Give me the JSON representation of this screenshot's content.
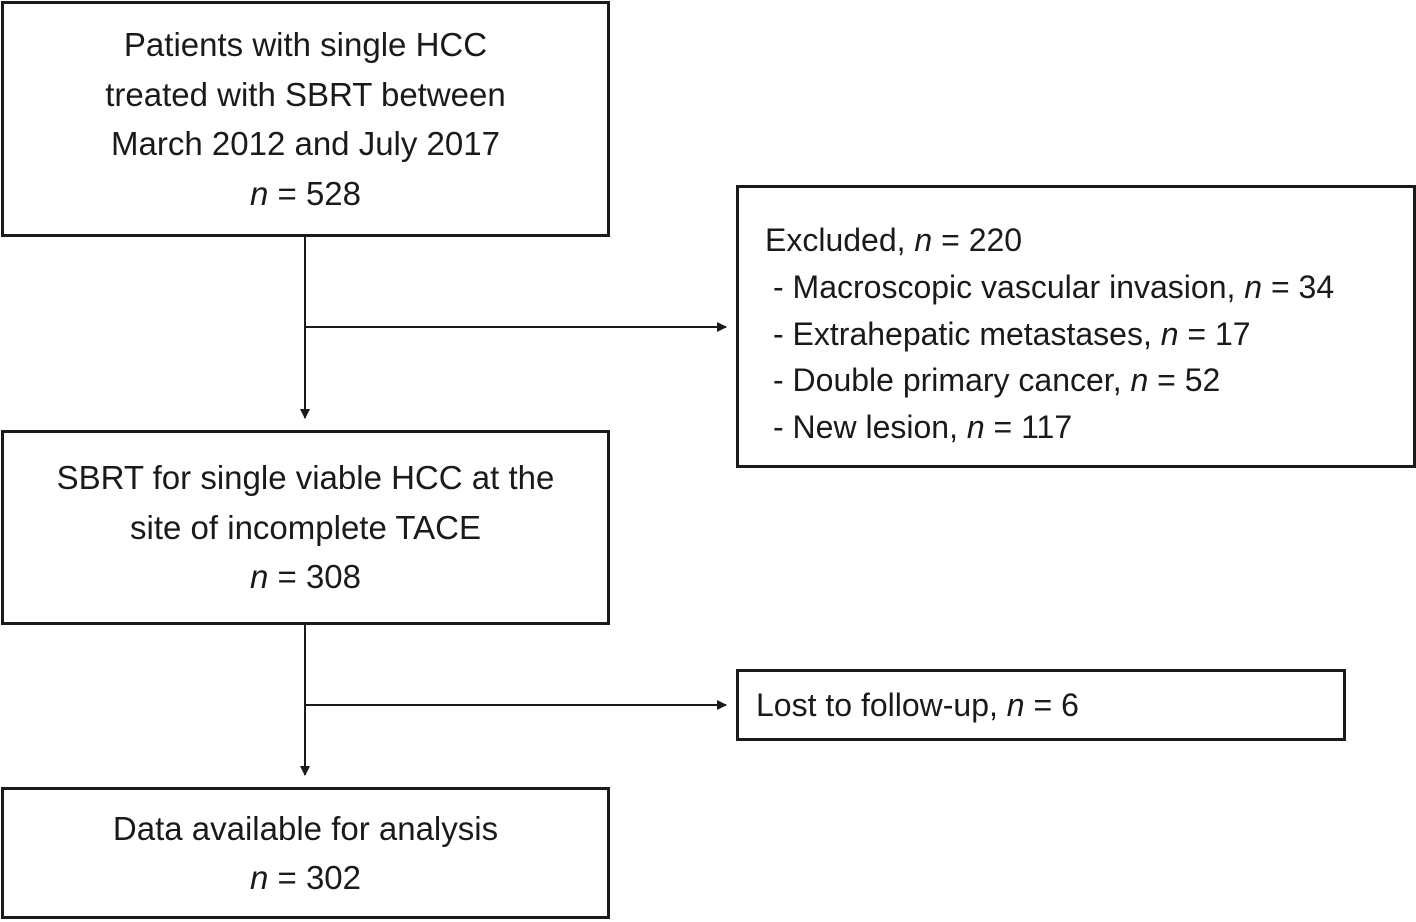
{
  "nodes": {
    "enrolled": {
      "lines": [
        "Patients with single HCC",
        "treated with SBRT between",
        "March 2012 and July 2017"
      ],
      "n_var": "n",
      "n_value": " = 528"
    },
    "sbrt": {
      "lines": [
        "SBRT for single viable HCC at the",
        "site of incomplete TACE"
      ],
      "n_var": "n",
      "n_value": " = 308"
    },
    "analysis": {
      "lines": [
        "Data available for analysis"
      ],
      "n_var": "n",
      "n_value": " = 302"
    },
    "excluded": {
      "heading_text": "Excluded, ",
      "heading_var": "n",
      "heading_value": " = 220",
      "items": [
        {
          "text": "- Macroscopic vascular invasion, ",
          "var": "n",
          "value": " = 34"
        },
        {
          "text": "- Extrahepatic metastases, ",
          "var": "n",
          "value": " = 17"
        },
        {
          "text": "- Double primary cancer, ",
          "var": "n",
          "value": " = 52"
        },
        {
          "text": "- New lesion, ",
          "var": "n",
          "value": " = 117"
        }
      ]
    },
    "lost": {
      "text": "Lost to follow-up, ",
      "var": "n",
      "value": " = 6"
    }
  }
}
